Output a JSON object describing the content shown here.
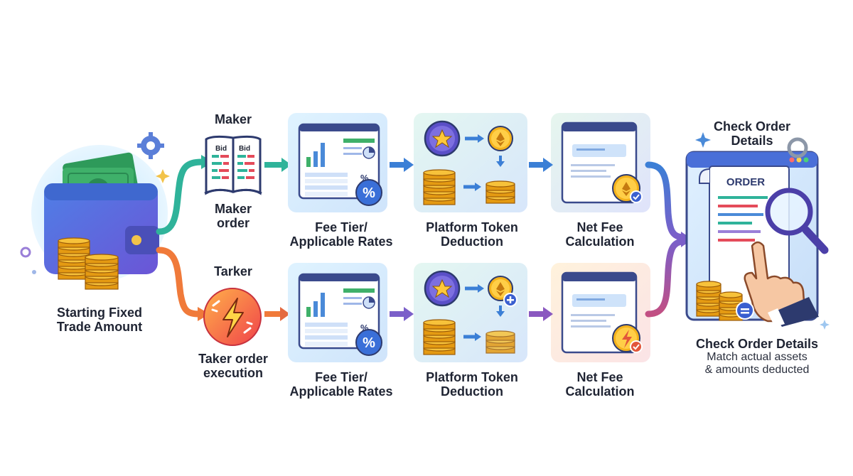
{
  "start": {
    "line1": "Starting Fixed",
    "line2": "Trade Amount"
  },
  "maker": {
    "title": "Maker",
    "book_left": "Bid",
    "book_right": "Bid",
    "order_line1": "Maker",
    "order_line2": "order"
  },
  "taker": {
    "title": "Tarker",
    "order_line1": "Taker order",
    "order_line2": "execution"
  },
  "stages_top": [
    {
      "line1": "Fee Tier/",
      "line2": "Applicable Rates"
    },
    {
      "line1": "Platform Token",
      "line2": "Deduction"
    },
    {
      "line1": "Net Fee",
      "line2": "Calculation"
    }
  ],
  "stages_bottom": [
    {
      "line1": "Fee Tier/",
      "line2": "Applicable Rates"
    },
    {
      "line1": "Platform Token",
      "line2": "Deduction"
    },
    {
      "line1": "Net Fee",
      "line2": "Calculation"
    }
  ],
  "fee_icon": "%",
  "check": {
    "title_line1": "Check Order",
    "title_line2": "Details",
    "doc_label": "ORDER",
    "caption_title": "Check Order Details",
    "caption_line1": "Match actual assets",
    "caption_line2": "& amounts deducted"
  },
  "icons": [
    "wallet-icon",
    "cash-icon",
    "coin-stack-icon",
    "gear-icon",
    "order-book-icon",
    "lightning-icon",
    "dashboard-icon",
    "star-token-icon",
    "ethereum-coin-icon",
    "invoice-icon",
    "magnifier-icon",
    "pointing-hand-icon"
  ],
  "colors": {
    "maker_arrow": "#2fb39a",
    "taker_arrow": "#f07a3a",
    "top_flow_arrow": "#3b7fd6",
    "bottom_flow_arrow": "#7b5fc9",
    "coin": "#f2b21c",
    "panel_border": "#3a4a8c"
  }
}
